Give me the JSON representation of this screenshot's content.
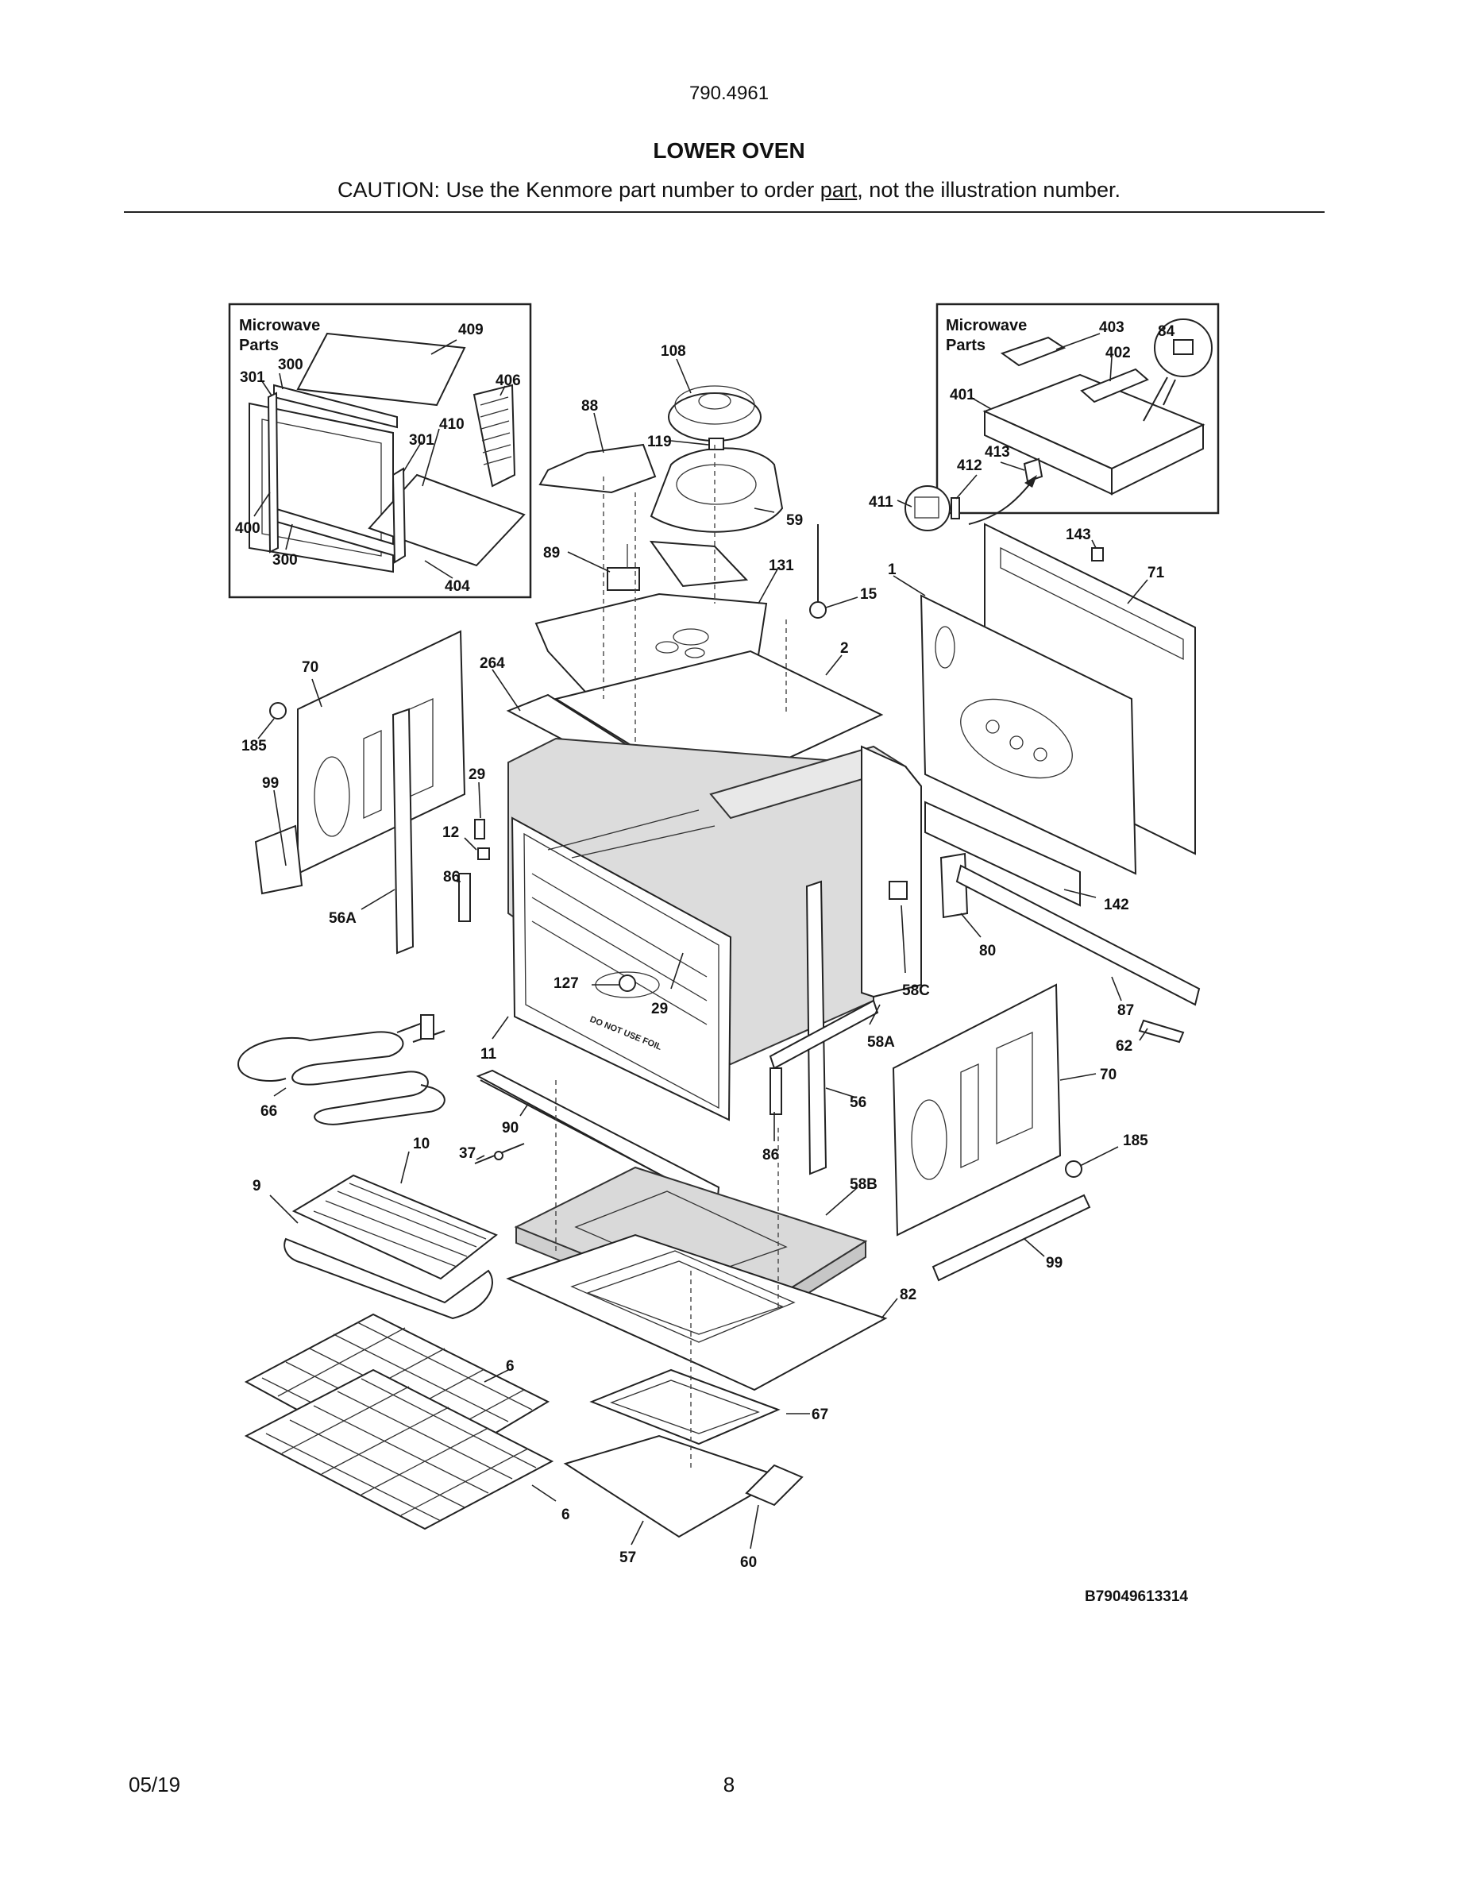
{
  "header": {
    "model": "790.4961",
    "title": "LOWER OVEN",
    "caution_prefix": "CAUTION: Use the Kenmore part number to order ",
    "caution_link": "part",
    "caution_suffix": ", not the illustration number."
  },
  "insets": [
    {
      "title_line1": "Microwave",
      "title_line2": "Parts"
    },
    {
      "title_line1": "Microwave",
      "title_line2": "Parts"
    }
  ],
  "callouts": {
    "c409": "409",
    "c300a": "300",
    "c301a": "301",
    "c406": "406",
    "c410": "410",
    "c301b": "301",
    "c400": "400",
    "c300b": "300",
    "c404": "404",
    "c108": "108",
    "c88": "88",
    "c119": "119",
    "c59": "59",
    "c89": "89",
    "c131": "131",
    "c15": "15",
    "c2": "2",
    "c264": "264",
    "c70a": "70",
    "c185a": "185",
    "c99a": "99",
    "c29a": "29",
    "c12": "12",
    "c86a": "86",
    "c56A": "56A",
    "c127": "127",
    "c29b": "29",
    "c11": "11",
    "c66": "66",
    "c90": "90",
    "c10": "10",
    "c37": "37",
    "c9": "9",
    "c86b": "86",
    "c56": "56",
    "c58A": "58A",
    "c58C": "58C",
    "c58B": "58B",
    "c6a": "6",
    "c6b": "6",
    "c82": "82",
    "c67": "67",
    "c57": "57",
    "c60": "60",
    "c403": "403",
    "c84": "84",
    "c402": "402",
    "c401": "401",
    "c413": "413",
    "c412": "412",
    "c411": "411",
    "c143": "143",
    "c1": "1",
    "c71": "71",
    "c142": "142",
    "c80": "80",
    "c87": "87",
    "c62": "62",
    "c70b": "70",
    "c185b": "185",
    "c99b": "99"
  },
  "cavity_stamp": "DO NOT USE FOIL",
  "diagram_code": "B79049613314",
  "footer": {
    "date": "05/19",
    "page": "8"
  }
}
